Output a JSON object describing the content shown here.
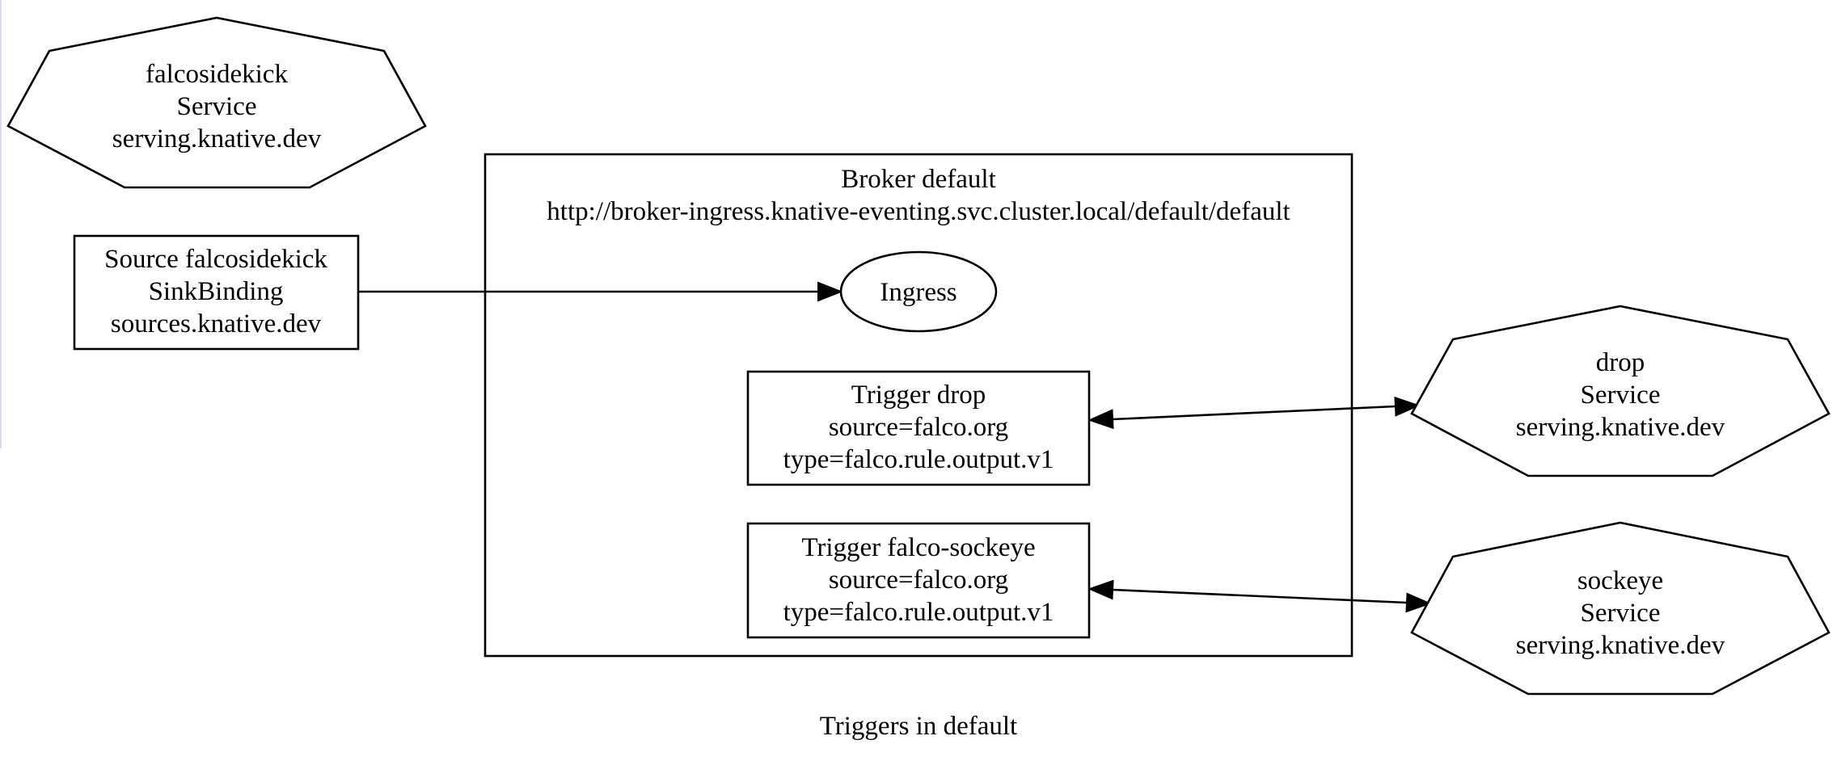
{
  "graph": {
    "caption": "Triggers in default"
  },
  "nodes": {
    "falcosidekick_service": {
      "name": "falcosidekick",
      "kind": "Service",
      "group": "serving.knative.dev",
      "shape": "septagon"
    },
    "source_falcosidekick": {
      "name": "Source falcosidekick",
      "kind": "SinkBinding",
      "group": "sources.knative.dev",
      "shape": "box"
    },
    "broker": {
      "title": "Broker default",
      "url": "http://broker-ingress.knative-eventing.svc.cluster.local/default/default"
    },
    "ingress": {
      "label": "Ingress",
      "shape": "ellipse"
    },
    "trigger_drop": {
      "name": "Trigger drop",
      "filter_source": "source=falco.org",
      "filter_type": "type=falco.rule.output.v1",
      "shape": "box"
    },
    "trigger_falco_sockeye": {
      "name": "Trigger falco-sockeye",
      "filter_source": "source=falco.org",
      "filter_type": "type=falco.rule.output.v1",
      "shape": "box"
    },
    "drop_service": {
      "name": "drop",
      "kind": "Service",
      "group": "serving.knative.dev",
      "shape": "septagon"
    },
    "sockeye_service": {
      "name": "sockeye",
      "kind": "Service",
      "group": "serving.knative.dev",
      "shape": "septagon"
    }
  },
  "edges": [
    {
      "from": "Source falcosidekick",
      "to": "Ingress",
      "direction": "forward"
    },
    {
      "from": "Trigger drop",
      "to": "drop",
      "direction": "both"
    },
    {
      "from": "Trigger falco-sockeye",
      "to": "sockeye",
      "direction": "both"
    }
  ],
  "colors": {
    "stroke": "#000000",
    "background": "#ffffff",
    "left_edge_strip": "#d9dcef"
  }
}
